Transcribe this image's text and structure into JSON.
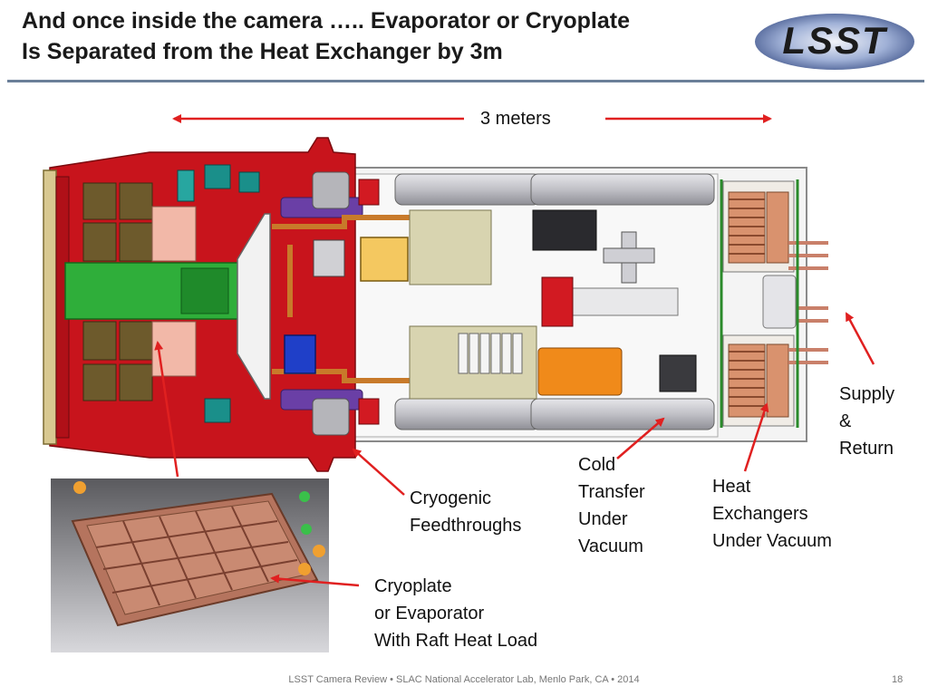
{
  "title": {
    "line1": "And once inside the camera ….. Evaporator or Cryoplate",
    "line2": "Is Separated  from the Heat Exchanger by 3m"
  },
  "logo": {
    "text": "LSST"
  },
  "dimension": {
    "label": "3 meters"
  },
  "labels": {
    "supply_return": [
      "Supply",
      "&",
      "Return"
    ],
    "cold_transfer": [
      "Cold",
      "Transfer",
      "Under",
      "Vacuum"
    ],
    "heat_exchangers": [
      "Heat",
      "Exchangers",
      "Under Vacuum"
    ],
    "cryogenic_feedthroughs": [
      "Cryogenic",
      "Feedthroughs"
    ],
    "cryoplate": [
      "Cryoplate",
      "or Evaporator",
      "With Raft Heat Load"
    ]
  },
  "footer": {
    "text": "LSST Camera Review • SLAC National Accelerator Lab, Menlo Park, CA • 2014",
    "page": "18"
  },
  "colors": {
    "arrow": "#e02020",
    "camera_red": "#c8141c",
    "title_rule": "#6b7f99",
    "copper": "#c9806a",
    "pipe_gray": "#c8c8cc"
  }
}
